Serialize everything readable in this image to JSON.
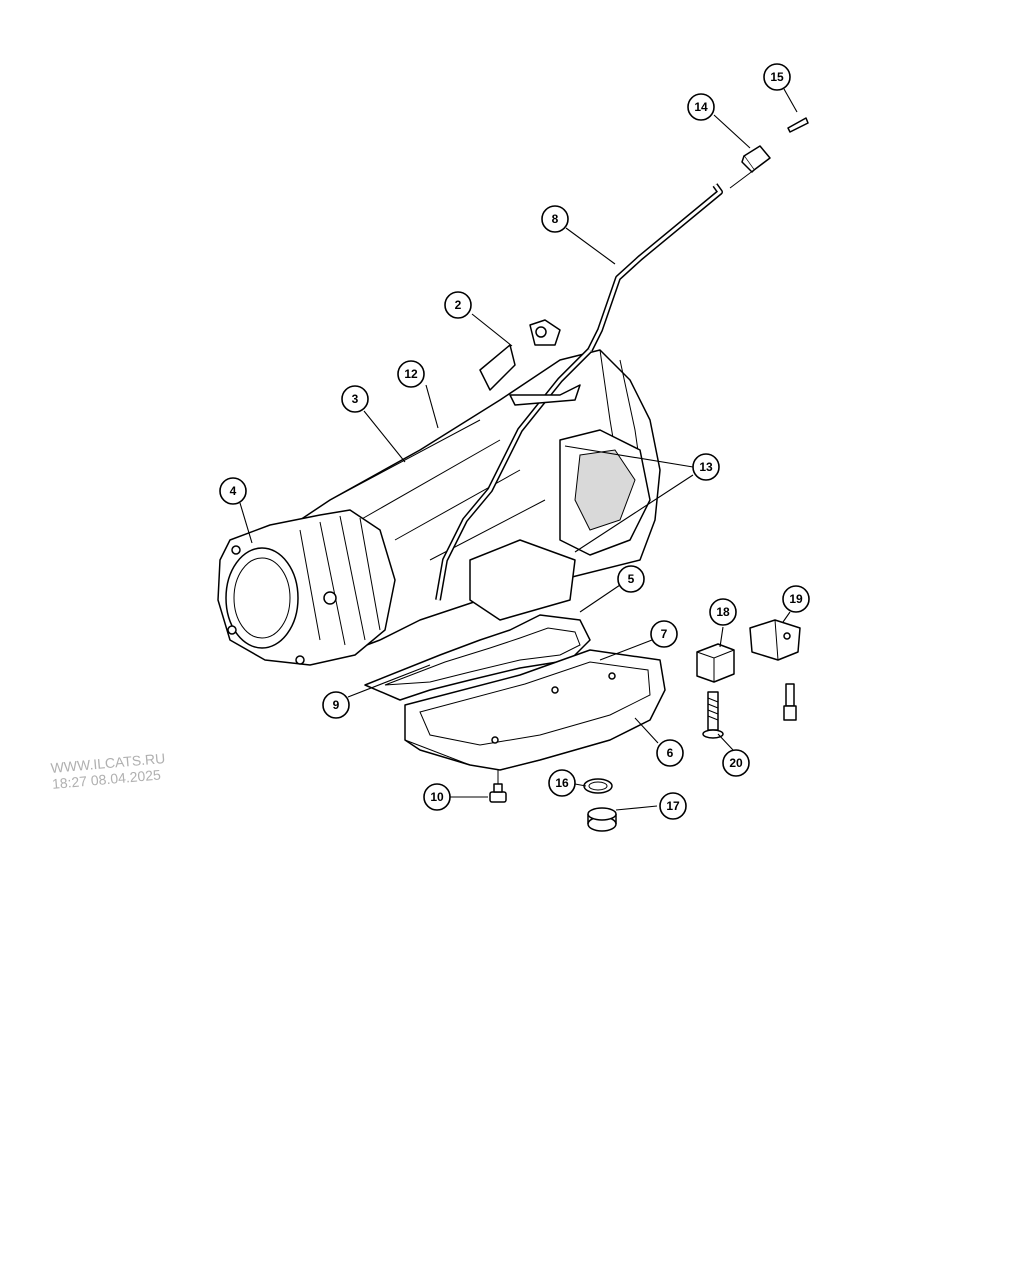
{
  "watermark": {
    "site": "WWW.ILCATS.RU",
    "timestamp": "18:27 08.04.2025"
  },
  "callouts": {
    "c2": "2",
    "c3": "3",
    "c4": "4",
    "c5": "5",
    "c6": "6",
    "c7": "7",
    "c8": "8",
    "c9": "9",
    "c10": "10",
    "c12": "12",
    "c13": "13",
    "c14": "14",
    "c15": "15",
    "c16": "16",
    "c17": "17",
    "c18": "18",
    "c19": "19",
    "c20": "20"
  }
}
